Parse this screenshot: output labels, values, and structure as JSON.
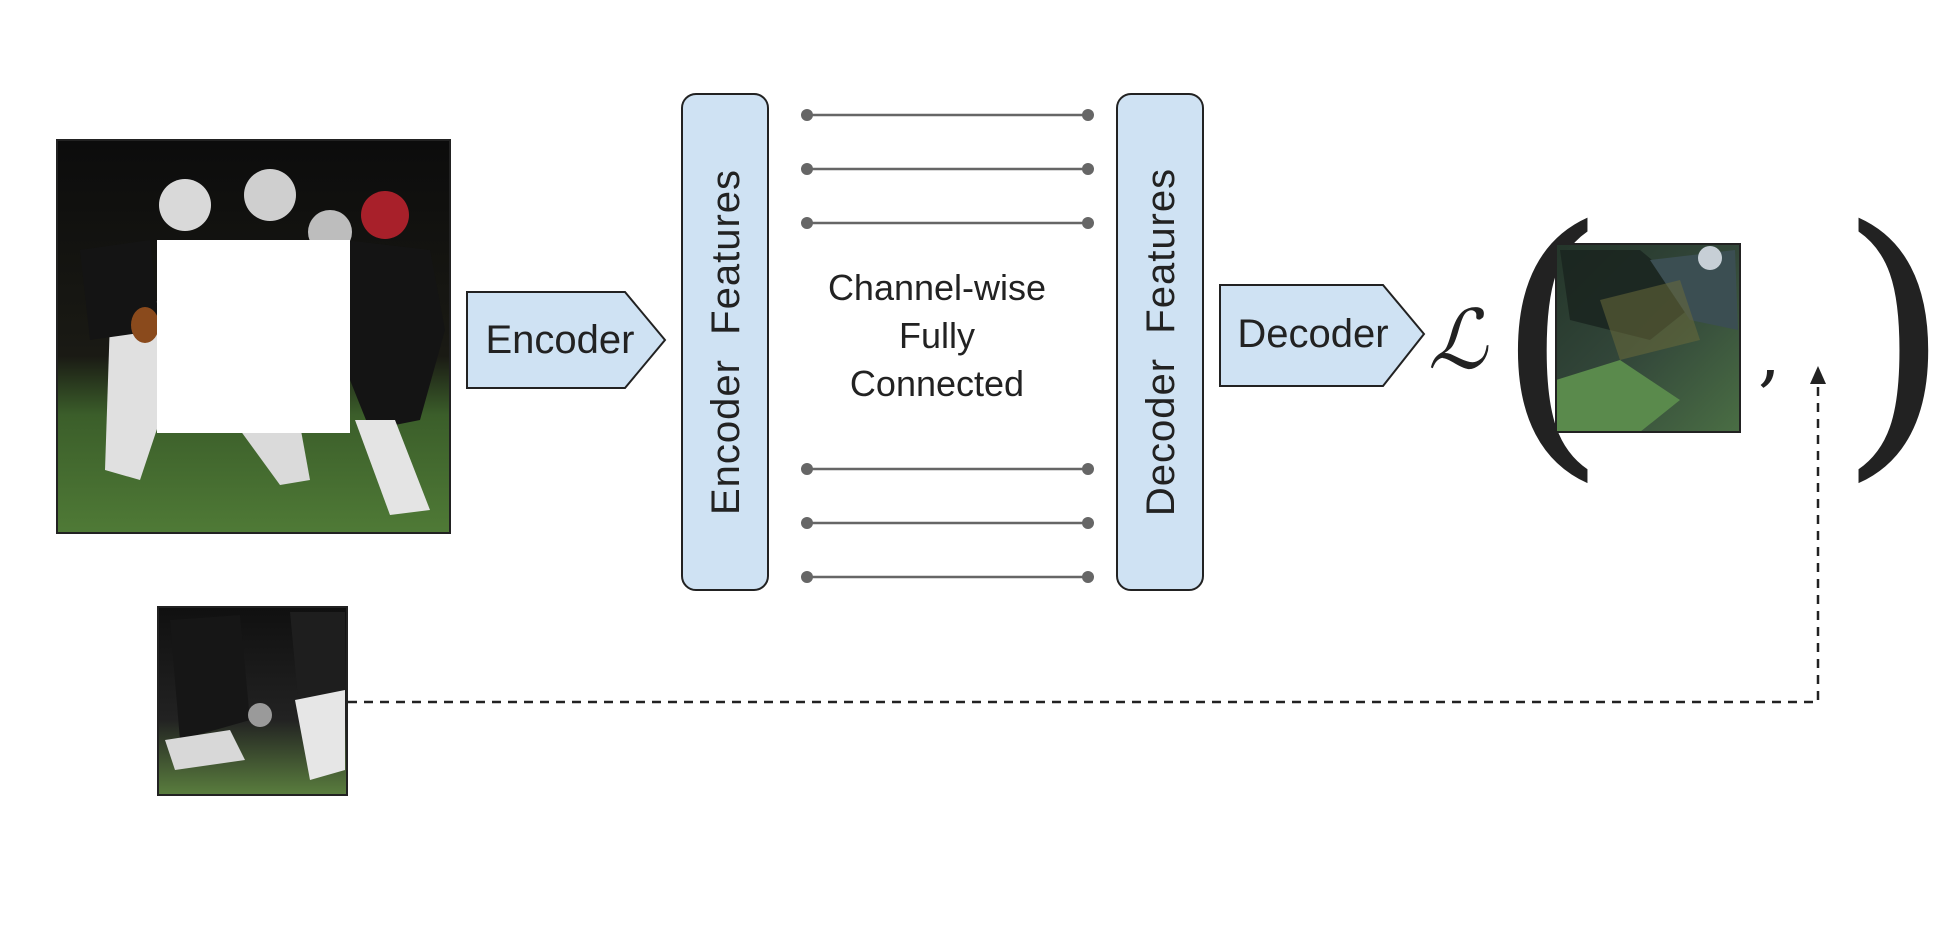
{
  "encoder_label": "Encoder",
  "decoder_label": "Decoder",
  "encoder_features_label": "Encoder  Features",
  "decoder_features_label": "Decoder  Features",
  "channel_wise": [
    "Channel-wise",
    "Fully",
    "Connected"
  ],
  "loss_symbol": "ℒ",
  "open_paren": "(",
  "close_paren": ")",
  "comma": ",",
  "colors": {
    "box_fill": "#cfe2f3",
    "stroke": "#222222",
    "line": "#666666",
    "grass": "#3f6b2a",
    "jersey": "#141414"
  }
}
